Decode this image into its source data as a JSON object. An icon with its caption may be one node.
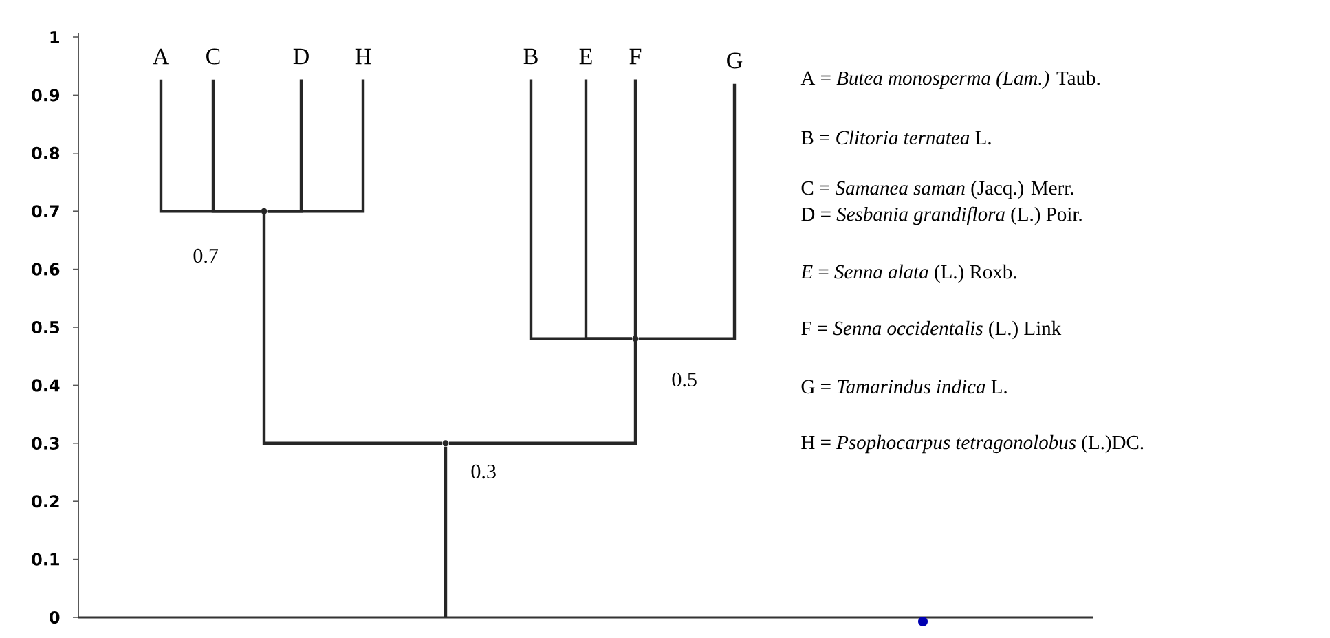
{
  "diagram": {
    "nodes": [
      {
        "text": [
          "A"
        ]
      },
      {
        "text": [
          "C"
        ]
      },
      {
        "text": [
          "D"
        ]
      },
      {
        "text": [
          "H"
        ]
      },
      {
        "text": [
          "B"
        ]
      },
      {
        "text": [
          "E"
        ]
      },
      {
        "text": [
          "F"
        ]
      },
      {
        "text": [
          "G"
        ]
      },
      {
        "text": [],
        "shape": "point",
        "beside": [
          "0.7"
        ]
      },
      {
        "text": [],
        "shape": "point",
        "beside": [
          "0.5"
        ]
      },
      {
        "text": [],
        "shape": "point",
        "beside": [
          "0.3"
        ]
      }
    ],
    "edges": [
      {
        "from": 0,
        "to": 8,
        "arrow": "none"
      },
      {
        "from": 1,
        "to": 8,
        "arrow": "none"
      },
      {
        "from": 2,
        "to": 8,
        "arrow": "none"
      },
      {
        "from": 3,
        "to": 8,
        "arrow": "none"
      },
      {
        "from": 4,
        "to": 9,
        "arrow": "none"
      },
      {
        "from": 5,
        "to": 9,
        "arrow": "none"
      },
      {
        "from": 6,
        "to": 9,
        "arrow": "none"
      },
      {
        "from": 7,
        "to": 9,
        "arrow": "none"
      },
      {
        "from": 8,
        "to": 10,
        "arrow": "none"
      },
      {
        "from": 9,
        "to": 10,
        "arrow": "none"
      },
      {
        "from": 10,
        "to": null,
        "arrow": "none"
      }
    ],
    "labels": [
      "1",
      "0.9",
      "0.8",
      "0.7",
      "0.6",
      "0.5",
      "0.4",
      "0.3",
      "0.2",
      "0.1",
      "0",
      "A = *Butea monosperma (Lam.)* Taub.",
      "B = *Clitoria ternatea* L.",
      "C = *Samanea saman* (Jacq.) Merr.",
      "D = *Sesbania grandiflora* (L.) Poir.",
      "*E* = *Senna alata* (L.) Roxb.",
      "F = *Senna occidentalis* (L.) Link",
      "G = *Tamarindus indica* L.",
      "H = *Psophocarpus tetragonolobus* (L.)DC."
    ]
  }
}
